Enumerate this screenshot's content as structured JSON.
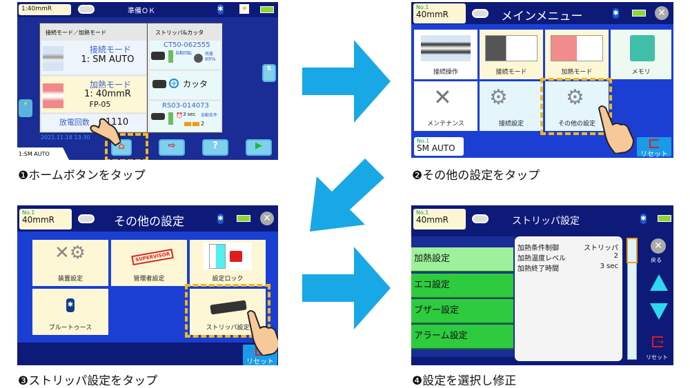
{
  "step1": {
    "caption": "❶ホームボタンをタップ",
    "header": {
      "mode_label": "1:40mmR",
      "status": "準備ＯＫ"
    },
    "left_section_title": "接続モード／加熱モード",
    "splice_mode": {
      "title": "接続モード",
      "value": "1: SM AUTO"
    },
    "heat_mode": {
      "title": "加熱モード",
      "value": "1: 40mmR",
      "sub": "FP-05"
    },
    "arc_count": {
      "label": "放電回数",
      "value": "1110"
    },
    "right_section_title": "ストリッパ&カッタ",
    "cleaver": {
      "id": "CT50-062555",
      "auto_rotate": "自動回転",
      "remaining_label": "残量",
      "remaining": "89%"
    },
    "cutter": {
      "label": "カッタ"
    },
    "stripper": {
      "id": "RS03-014073",
      "time": "3 sec",
      "auto_cond": "自動条件",
      "level": "2"
    },
    "datetime": "2021.11.18 13:30",
    "bottom_label": "1:SM AUTO",
    "help_label": "?"
  },
  "step2": {
    "caption": "❷その他の設定をタップ",
    "header": {
      "no": "No.1",
      "mode": "40mmR",
      "title": "メインメニュー"
    },
    "tiles": [
      "接続操作",
      "接続モード",
      "加熱モード",
      "メモリ",
      "メンテナンス",
      "接続設定",
      "その他の設定"
    ],
    "bottom": {
      "no": "No.1",
      "mode": "SM AUTO"
    },
    "reset": "リセット"
  },
  "step3": {
    "caption": "❸ストリッパ設定をタップ",
    "header": {
      "no": "No.1",
      "mode": "40mmR",
      "title": "その他の設定"
    },
    "tiles": [
      "装置設定",
      "管理者設定",
      "設定ロック",
      "ブルートゥース",
      "ストリッパ設定"
    ],
    "supervisor_stamp": "SUPERVISOR",
    "reset": "リセット"
  },
  "step4": {
    "caption": "❹設定を選択し修正",
    "header": {
      "no": "No.1",
      "mode": "40mmR",
      "title": "ストリッパ設定"
    },
    "menu": [
      "加熱設定",
      "エコ設定",
      "ブザー設定",
      "アラーム設定"
    ],
    "details": [
      {
        "k": "加熱条件制御",
        "v": "ストリッパ"
      },
      {
        "k": "加熱温度レベル",
        "v": "2"
      },
      {
        "k": "加熱終了時間",
        "v": "3 sec"
      }
    ],
    "back": "戻る",
    "reset": "リセット"
  },
  "colors": {
    "arrow": "#19a8e6",
    "header": "#0e1a78",
    "body": "#1b3fd3",
    "highlight": "#f5b71c"
  }
}
